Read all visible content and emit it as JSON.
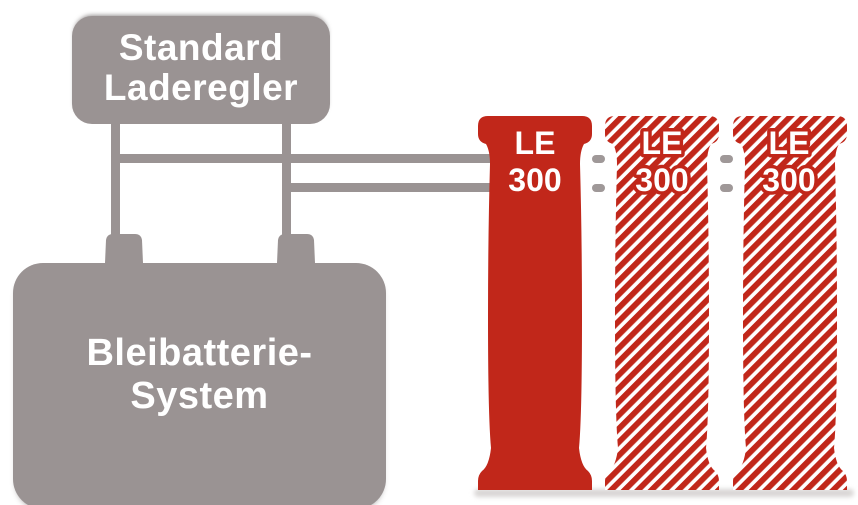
{
  "charger_box": {
    "lines": [
      "Standard",
      "Laderegler"
    ]
  },
  "battery_box": {
    "lines": [
      "Bleibatterie-",
      "System"
    ]
  },
  "pillars": [
    {
      "lines": [
        "LE",
        "300"
      ],
      "variant": "solid"
    },
    {
      "lines": [
        "LE",
        "300"
      ],
      "variant": "striped"
    },
    {
      "lines": [
        "LE",
        "300"
      ],
      "variant": "striped"
    }
  ],
  "colors": {
    "red": "#c1271a",
    "gray": "#9a9393",
    "dash_gray": "#9f9898",
    "text": "#ffffff",
    "shadow": "#d8d5d4",
    "background": "#ffffff"
  }
}
